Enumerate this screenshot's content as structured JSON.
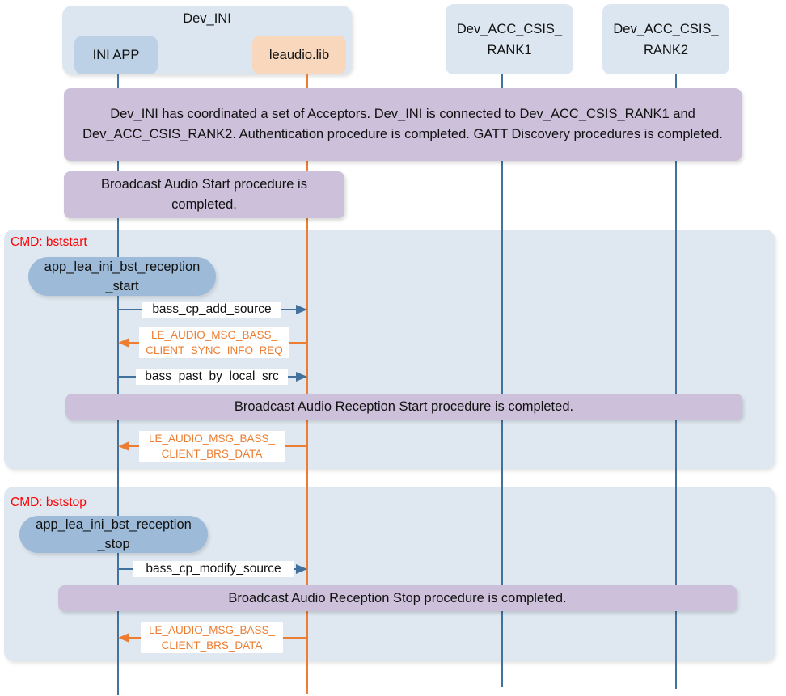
{
  "participants": {
    "group_title": "Dev_INI",
    "ini_app": "INI APP",
    "leaudio_lib": "leaudio.lib",
    "acc1": "Dev_ACC_CSIS_ RANK1",
    "acc2": "Dev_ACC_CSIS_ RANK2"
  },
  "notes": {
    "setup": "Dev_INI has coordinated a set of Acceptors.  Dev_INI is connected to Dev_ACC_CSIS_RANK1 and Dev_ACC_CSIS_RANK2. Authentication procedure is completed. GATT Discovery procedures is completed.",
    "bst_start": "Broadcast Audio Start procedure is completed.",
    "reception_start": "Broadcast Audio Reception Start procedure is completed.",
    "reception_stop": "Broadcast Audio Reception Stop procedure is completed."
  },
  "frames": [
    {
      "cmd": "CMD: bststart",
      "function": "app_lea_ini_bst_reception _start",
      "messages": [
        "bass_cp_add_source",
        "LE_AUDIO_MSG_BASS_ CLIENT_SYNC_INFO_REQ",
        "bass_past_by_local_src",
        "LE_AUDIO_MSG_BASS_ CLIENT_BRS_DATA"
      ]
    },
    {
      "cmd": "CMD: bststop",
      "function": "app_lea_ini_bst_reception _stop",
      "messages": [
        "bass_cp_modify_source",
        "LE_AUDIO_MSG_BASS_ CLIENT_BRS_DATA"
      ]
    }
  ],
  "colors": {
    "app_line": "#41719c",
    "lib_line": "#ed7d31",
    "note": "#ccc0da",
    "frame": "#dfe8f1"
  }
}
